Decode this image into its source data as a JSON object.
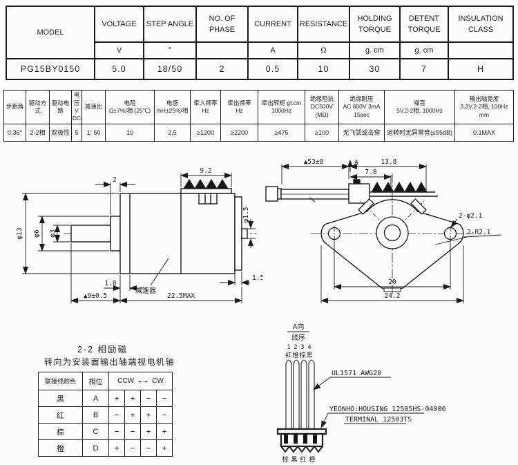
{
  "spec_table": {
    "model_header": "MODEL",
    "model_value": "PG15BY0150",
    "columns": [
      {
        "name": "VOLTAGE",
        "unit": "V",
        "value": "5.0"
      },
      {
        "name": "STEP ANGLE",
        "unit": "°",
        "value": "18/50"
      },
      {
        "name": "NO. OF PHASE",
        "unit": "",
        "value": "2"
      },
      {
        "name": "CURRENT",
        "unit": "A",
        "value": "0.5"
      },
      {
        "name": "RESISTANCE",
        "unit": "Ω",
        "value": "10"
      },
      {
        "name": "HOLDING TORQUE",
        "unit": "g. cm",
        "value": "30"
      },
      {
        "name": "DETENT TORQUE",
        "unit": "g. cm",
        "value": "7"
      },
      {
        "name": "INSULATION CLASS",
        "unit": "",
        "value": "H"
      }
    ]
  },
  "cn_table": {
    "columns": [
      {
        "header": "步距角",
        "value": "0.36°"
      },
      {
        "header": "驱动方式",
        "value": "2-2相"
      },
      {
        "header": "驱动电路",
        "value": "双极性"
      },
      {
        "header": "电压\nV DC",
        "value": "5"
      },
      {
        "header": "减速比",
        "value": "1: 50"
      },
      {
        "header": "电阻\nΩ±7%/相 (25℃)",
        "value": "10"
      },
      {
        "header": "电感\nmH±25%/相",
        "value": "2.5"
      },
      {
        "header": "牵入频率\nHz",
        "value": "≥1200"
      },
      {
        "header": "牵出频率\nHz",
        "value": "≥2200"
      },
      {
        "header": "牵出转矩 gf.cm\n1000Hz",
        "value": "≥475"
      },
      {
        "header": "绝缘阻抗\nDC500V (MΩ)",
        "value": "≥100"
      },
      {
        "header": "绝缘耐压\nAC 600V 3mA 15sec",
        "value": "无飞弧或击穿"
      },
      {
        "header": "噪音\n5V,2-2相, 1000Hz",
        "value": "运转时无异常音(≤55dB)"
      },
      {
        "header": "输出轴晃度\n3.3V,2-2相, 100Hz\nmm",
        "value": "0.1MAX"
      }
    ]
  },
  "side_view": {
    "dim_front_plate": "2",
    "dim_top_width": "9.2",
    "dia_body": "φ13",
    "dia_boss": "φ6",
    "dia_shaft": "φ3",
    "dia_rear_shaft": "φ1.5",
    "dim_boss_len": "1.8",
    "dim_cap_len": "1.5",
    "dim_shaft_len": "▲9±0.5",
    "dim_total_len": "22.5MAX",
    "gearbox_label": "减速器"
  },
  "front_view": {
    "dim_wire_len": "▲53±8",
    "view_arrow": "A",
    "dim_top_width": "13.8",
    "dim_wire_block": "7.8",
    "label_holes": "2-φ2.1",
    "label_radius": "2-R2.1",
    "dim_hole_pitch": "20",
    "dim_flange_width": "24.2"
  },
  "phase_section": {
    "title": "2-2 相励磁",
    "subtitle": "转向为安装面输出轴端视电机轴",
    "col_color": "联接线颜色",
    "col_phase": "相位",
    "ccw": "CCW",
    "cw": "CW",
    "arrow": "↔",
    "rows": [
      {
        "color": "黑",
        "phase": "A",
        "s1": "+",
        "s2": "+",
        "s3": "−",
        "s4": "−"
      },
      {
        "color": "红",
        "phase": "B",
        "s1": "−",
        "s2": "+",
        "s3": "+",
        "s4": "−"
      },
      {
        "color": "棕",
        "phase": "C",
        "s1": "−",
        "s2": "−",
        "s3": "+",
        "s4": "+"
      },
      {
        "color": "橙",
        "phase": "D",
        "s1": "+",
        "s2": "−",
        "s3": "−",
        "s4": "+"
      }
    ]
  },
  "connector": {
    "view_label": "A向",
    "order_label": "线序",
    "pin1": "1",
    "pin2": "2",
    "pin3": "3",
    "pin4": "4",
    "c1": "红",
    "c2": "橙",
    "c3": "棕",
    "c4": "黑",
    "wire_spec": "UL1571 AWG28",
    "housing_spec": "YEONHO:HOUSING 12505HS-04000",
    "terminal_spec": "TERMINAL 12503TS",
    "b1": "棕",
    "b2": "黑",
    "b3": "红",
    "b4": "橙"
  }
}
